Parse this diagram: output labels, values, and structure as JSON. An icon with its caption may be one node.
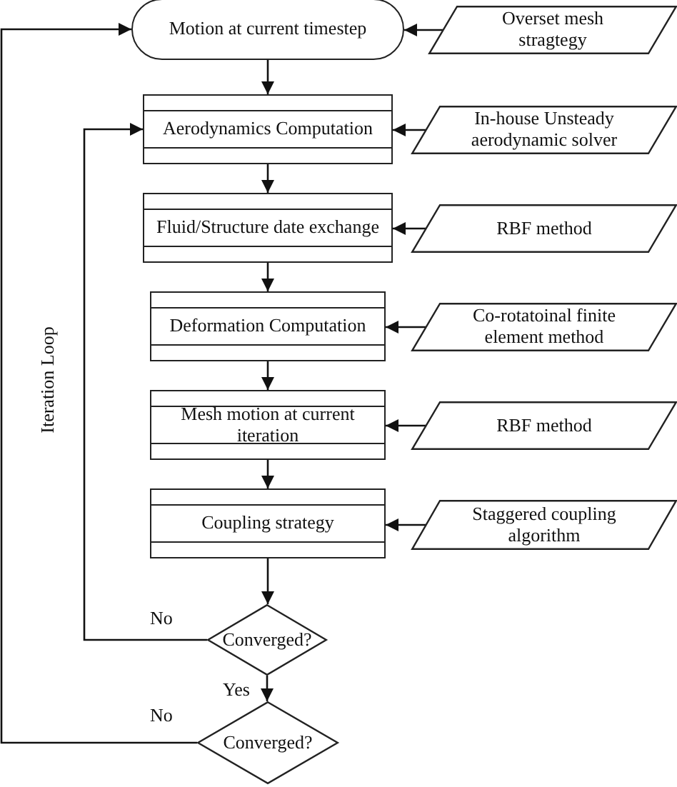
{
  "diagram": {
    "nodes": [
      {
        "text": [
          "Motion at current timestep"
        ]
      },
      {
        "text": [
          "Overset mesh stragtegy"
        ]
      },
      {
        "text": [
          "Aerodynamics Computation"
        ]
      },
      {
        "text": [
          "In-house Unsteady aerodynamic solver"
        ]
      },
      {
        "text": [
          "Fluid/Structure date exchange"
        ]
      },
      {
        "text": [
          "RBF method"
        ]
      },
      {
        "text": [
          "Deformation Computation"
        ]
      },
      {
        "text": [
          "Co-rotatoinal finite element method"
        ]
      },
      {
        "text": [
          "Mesh motion at current iteration"
        ]
      },
      {
        "text": [
          "RBF method"
        ]
      },
      {
        "text": [
          "Coupling strategy"
        ]
      },
      {
        "text": [
          "Staggered coupling algorithm"
        ]
      },
      {
        "text": [
          "Converged?"
        ]
      },
      {
        "text": [
          "Converged?"
        ]
      }
    ],
    "edges": [
      {
        "from": 1,
        "to": 0,
        "arrow": "to"
      },
      {
        "from": 0,
        "to": 2,
        "arrow": "to"
      },
      {
        "from": 3,
        "to": 2,
        "arrow": "to"
      },
      {
        "from": 2,
        "to": 4,
        "arrow": "to"
      },
      {
        "from": 5,
        "to": 4,
        "arrow": "to"
      },
      {
        "from": 4,
        "to": 6,
        "arrow": "to"
      },
      {
        "from": 7,
        "to": 6,
        "arrow": "to"
      },
      {
        "from": 6,
        "to": 8,
        "arrow": "to"
      },
      {
        "from": 9,
        "to": 8,
        "arrow": "to"
      },
      {
        "from": 8,
        "to": 10,
        "arrow": "to"
      },
      {
        "from": 11,
        "to": 10,
        "arrow": "to"
      },
      {
        "from": 10,
        "to": 12,
        "arrow": "to"
      },
      {
        "from": 12,
        "to": 13,
        "label": "Yes",
        "arrow": "to"
      },
      {
        "from": 12,
        "to": 2,
        "label": "No",
        "arrow": "to"
      },
      {
        "from": 13,
        "to": 0,
        "label": "No",
        "arrow": "to"
      }
    ],
    "labels": [
      "Iteration Loop"
    ]
  }
}
